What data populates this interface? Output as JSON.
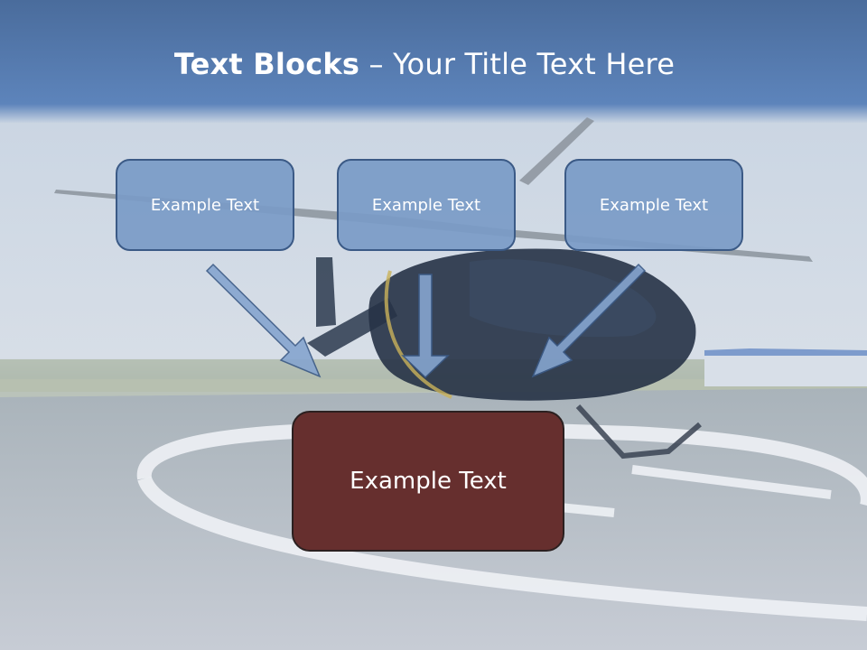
{
  "slide": {
    "title_bold": "Text Blocks",
    "title_sep": " – ",
    "title_rest": "Your Title Text Here",
    "blocks": [
      {
        "text": "Example Text"
      },
      {
        "text": "Example Text"
      },
      {
        "text": "Example Text"
      }
    ],
    "main_block": {
      "text": "Example Text"
    }
  },
  "colors": {
    "header": "#4f76ad",
    "block_fill": "#7a9bc7",
    "block_border": "#3b5a86",
    "main_fill": "#662f2e",
    "arrow_fill": "#86a5cf",
    "arrow_stroke": "#3b5a86"
  },
  "background": {
    "picture": "helicopter-on-helipad"
  }
}
